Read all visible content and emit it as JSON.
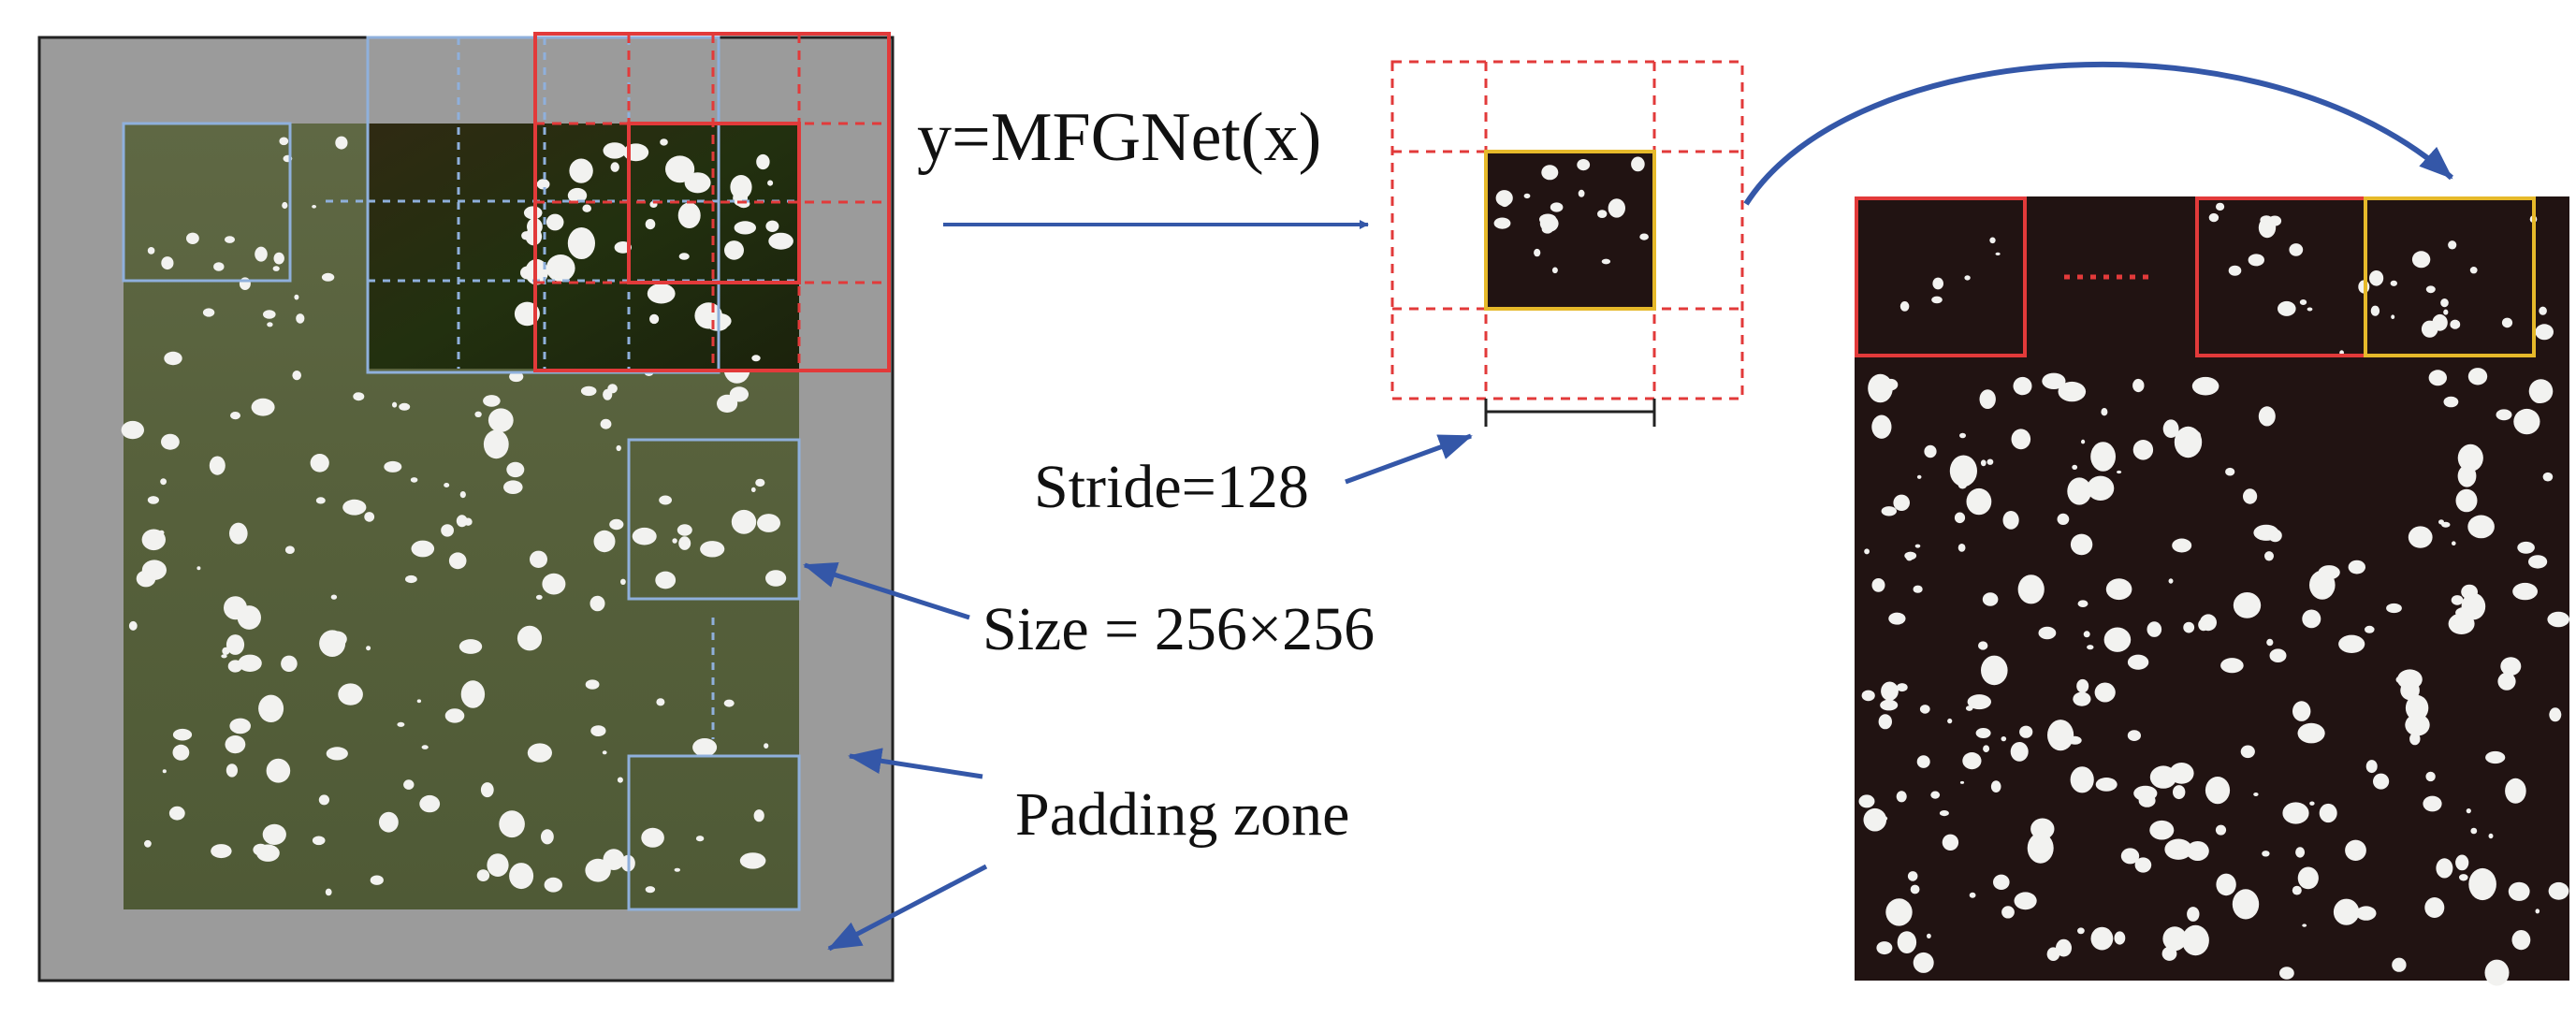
{
  "labels": {
    "formula": "y=MFGNet(x)",
    "stride": "Stride=128",
    "size": "Size = 256×256",
    "padding": "Padding zone"
  },
  "colors": {
    "padding_gray": "#9b9b9b",
    "image_green": "#59623e",
    "mask_background": "#211312",
    "cloud_white": "#f2f2f0",
    "tile_blue": "#8fb0dc",
    "tile_red": "#e23a3a",
    "tile_yellow": "#e6b92a",
    "arrow_blue": "#3457a8"
  }
}
